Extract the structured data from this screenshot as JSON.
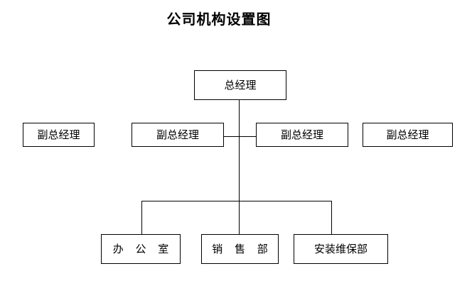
{
  "chart_data": {
    "type": "diagram",
    "title": "公司机构设置图",
    "diagram_kind": "organization-chart",
    "orientation": "top-down",
    "levels": 3,
    "nodes": [
      {
        "id": "gm",
        "label": "总经理",
        "level": 1,
        "shape": "rectangle"
      },
      {
        "id": "dgm1",
        "label": "副总经理",
        "level": 2,
        "shape": "rectangle"
      },
      {
        "id": "dgm2",
        "label": "副总经理",
        "level": 2,
        "shape": "rectangle"
      },
      {
        "id": "dgm3",
        "label": "副总经理",
        "level": 2,
        "shape": "rectangle"
      },
      {
        "id": "dgm4",
        "label": "副总经理",
        "level": 2,
        "shape": "rectangle"
      },
      {
        "id": "office",
        "label": "办 公 室",
        "level": 3,
        "shape": "rectangle"
      },
      {
        "id": "sales",
        "label": "销 售 部",
        "level": 3,
        "shape": "rectangle"
      },
      {
        "id": "maint",
        "label": "安装维保部",
        "level": 3,
        "shape": "rectangle"
      }
    ],
    "edges": [
      {
        "from": "gm",
        "to": "dgm2"
      },
      {
        "from": "gm",
        "to": "dgm3"
      },
      {
        "from": "gm",
        "to": "office"
      },
      {
        "from": "gm",
        "to": "sales"
      },
      {
        "from": "gm",
        "to": "maint"
      }
    ],
    "colors": {
      "stroke": "#000000",
      "fill": "#ffffff",
      "text": "#000000",
      "background": "#ffffff"
    }
  },
  "page": {
    "title": "公司机构设置图"
  },
  "boxes": {
    "general_manager": "总经理",
    "deputy_1": "副总经理",
    "deputy_2": "副总经理",
    "deputy_3": "副总经理",
    "deputy_4": "副总经理",
    "office": "办 公 室",
    "sales": "销 售 部",
    "maintenance": "安装维保部"
  }
}
